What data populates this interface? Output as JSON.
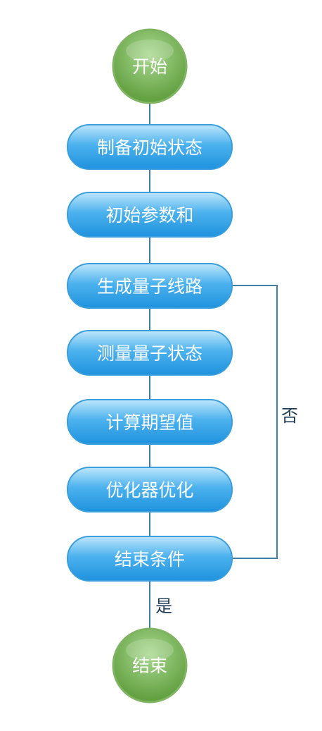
{
  "start": {
    "label": "开始"
  },
  "steps": [
    {
      "label": "制备初始状态"
    },
    {
      "label": "初始参数和"
    },
    {
      "label": "生成量子线路"
    },
    {
      "label": "测量量子状态"
    },
    {
      "label": "计算期望值"
    },
    {
      "label": "优化器优化"
    },
    {
      "label": "结束条件"
    }
  ],
  "end": {
    "label": "结束"
  },
  "edges": {
    "no_label": "否",
    "yes_label": "是"
  },
  "colors": {
    "step_top": "#bfe6fb",
    "step_mid": "#4cb2ee",
    "step_bottom": "#1f92dd",
    "step_border": "#3a9fdc",
    "terminal_light": "#a8d890",
    "terminal_dark": "#5f9d3c",
    "terminal_border": "#7fb562",
    "connector": "#3f7fa6"
  }
}
